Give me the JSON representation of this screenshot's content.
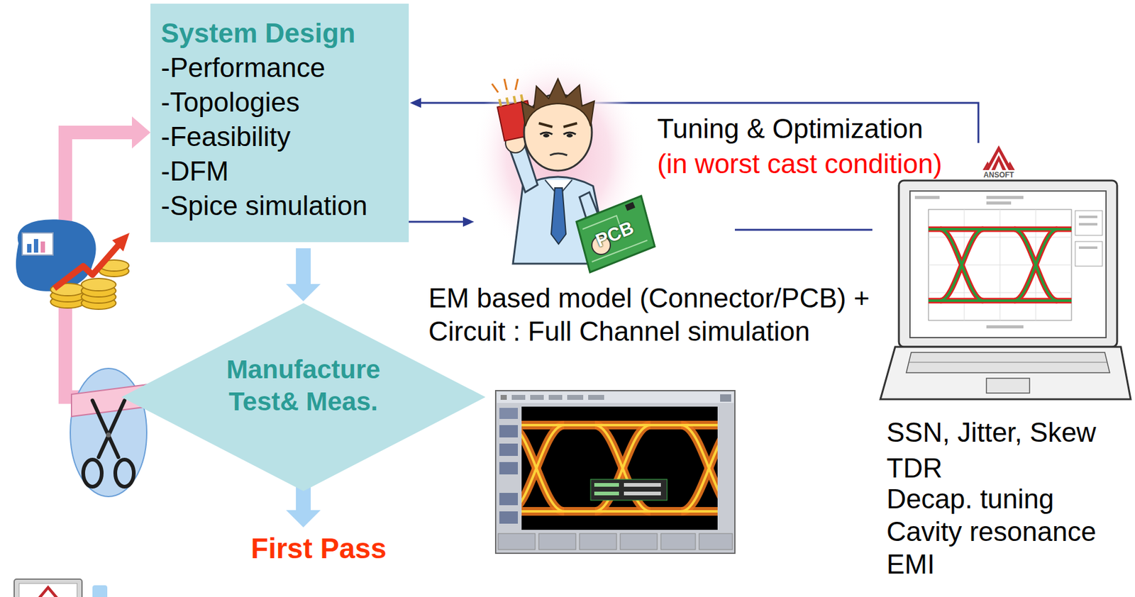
{
  "diagram": {
    "nodes": [
      {
        "text": [
          "System Design",
          "-Performance",
          "-Topologies",
          "-Feasibility",
          "-DFM",
          "-Spice simulation"
        ]
      },
      {
        "text": [
          "Manufacture Test& Meas."
        ]
      }
    ],
    "edges": [
      {
        "from": 0,
        "to": 1,
        "arrow": "to"
      },
      {
        "from": 1,
        "to": 0,
        "arrow": "to"
      }
    ],
    "labels": [
      "Tuning & Optimization",
      "(in worst cast condition)",
      "PCB",
      "ANSOFT",
      "EM based model (Connector/PCB) +",
      "Circuit : Full Channel simulation",
      "SSN, Jitter, Skew",
      "TDR",
      "Decap. tuning",
      "Cavity resonance",
      "EMI",
      "First Pass"
    ]
  }
}
